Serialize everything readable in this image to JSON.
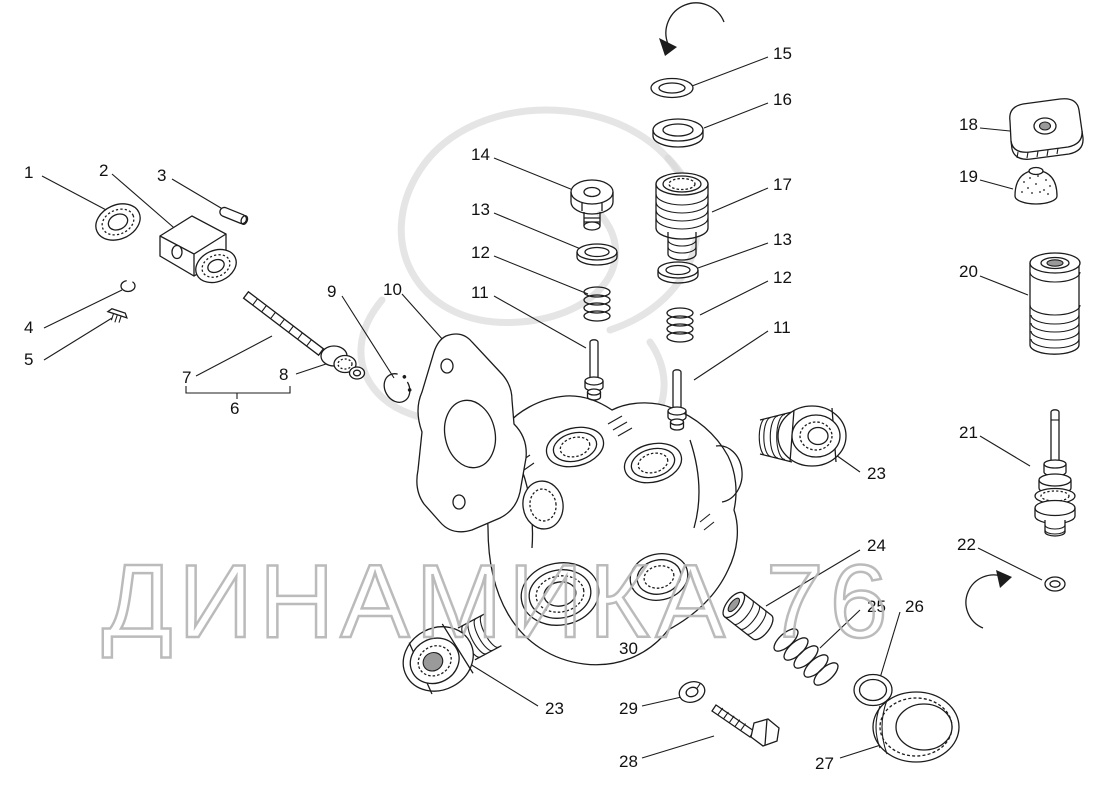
{
  "watermark": {
    "text": "ДИНАМИКА 76",
    "color": "#b6b6b6"
  },
  "icons": {
    "top_arrow": "rotation-arrow-ccw",
    "right_arrow": "rotation-arrow-cw"
  },
  "callouts": [
    {
      "num": "1"
    },
    {
      "num": "2"
    },
    {
      "num": "3"
    },
    {
      "num": "4"
    },
    {
      "num": "5"
    },
    {
      "num": "6"
    },
    {
      "num": "7"
    },
    {
      "num": "8"
    },
    {
      "num": "9"
    },
    {
      "num": "10"
    },
    {
      "num": "11"
    },
    {
      "num": "11"
    },
    {
      "num": "12"
    },
    {
      "num": "12"
    },
    {
      "num": "13"
    },
    {
      "num": "13"
    },
    {
      "num": "14"
    },
    {
      "num": "15"
    },
    {
      "num": "16"
    },
    {
      "num": "17"
    },
    {
      "num": "18"
    },
    {
      "num": "19"
    },
    {
      "num": "20"
    },
    {
      "num": "21"
    },
    {
      "num": "22"
    },
    {
      "num": "23"
    },
    {
      "num": "23"
    },
    {
      "num": "24"
    },
    {
      "num": "25"
    },
    {
      "num": "26"
    },
    {
      "num": "27"
    },
    {
      "num": "28"
    },
    {
      "num": "29"
    },
    {
      "num": "30"
    }
  ]
}
